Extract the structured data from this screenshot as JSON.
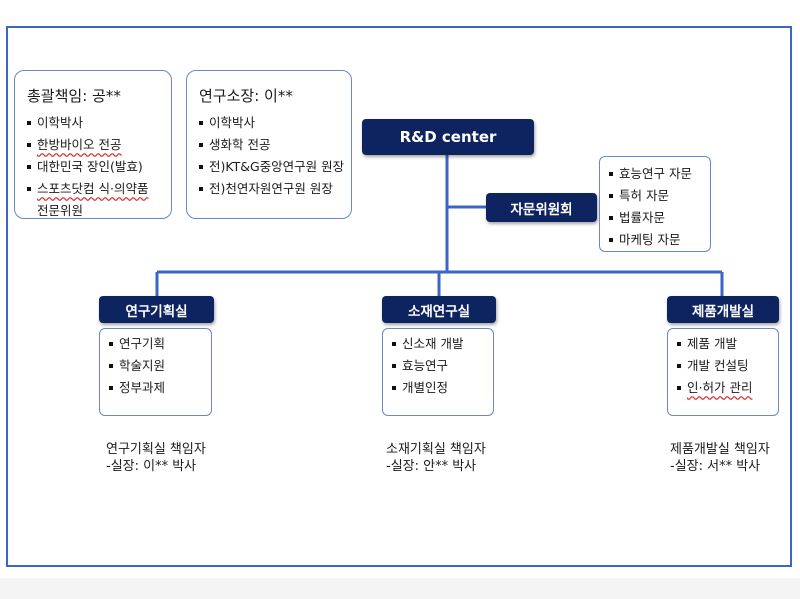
{
  "colors": {
    "frame": "#3a66c4",
    "line": "#3a66c4",
    "node": "#0e2460",
    "box_border": "#6b87c4",
    "spell_underline": "#d23a3a"
  },
  "leaders": {
    "general": {
      "title": "총괄책임: 공**",
      "items": [
        "이학박사",
        "한방바이오 전공",
        "대한민국 장인(발효)",
        "스포츠닷컴 식·의약품",
        "전문위원"
      ]
    },
    "director": {
      "title": "연구소장: 이**",
      "items": [
        "이학박사",
        "생화학 전공",
        "전)KT&G중앙연구원 원장",
        "전)천연자원연구원 원장"
      ]
    }
  },
  "center": {
    "label": "R&D center"
  },
  "advisory": {
    "label": "자문위원회",
    "items": [
      "효능연구 자문",
      "특허 자문",
      "법률자문",
      "마케팅 자문"
    ]
  },
  "departments": [
    {
      "label": "연구기획실",
      "items": [
        "연구기획",
        "학술지원",
        "정부과제"
      ],
      "leader_title": "연구기획실 책임자",
      "leader_name": "-실장:  이** 박사"
    },
    {
      "label": "소재연구실",
      "items": [
        "신소재 개발",
        "효능연구",
        "개별인정"
      ],
      "leader_title": "소재기획실 책임자",
      "leader_name": "-실장:  안** 박사"
    },
    {
      "label": "제품개발실",
      "items": [
        "제품 개발",
        "개발 컨설팅",
        "인·허가 관리"
      ],
      "leader_title": "제품개발실 책임자",
      "leader_name": "-실장:  서** 박사"
    }
  ]
}
